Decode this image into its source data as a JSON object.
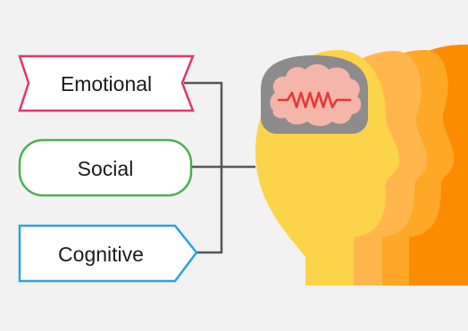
{
  "labels": {
    "emotional": "Emotional",
    "social": "Social",
    "cognitive": "Cognitive"
  },
  "colors": {
    "emotional_border": "#e0356f",
    "social_border": "#4caf50",
    "cognitive_border": "#29a3dc",
    "connector": "#555555",
    "head_front": "#fbd44a",
    "head_layers": [
      "#ffb74d",
      "#ffa726",
      "#fb8c00"
    ],
    "brain_cavity": "#8c8c8c",
    "brain": "#f6b5a9",
    "brain_wave": "#e53935"
  },
  "icons": {
    "heads": "layered-human-heads-icon",
    "brain": "brain-icon"
  }
}
